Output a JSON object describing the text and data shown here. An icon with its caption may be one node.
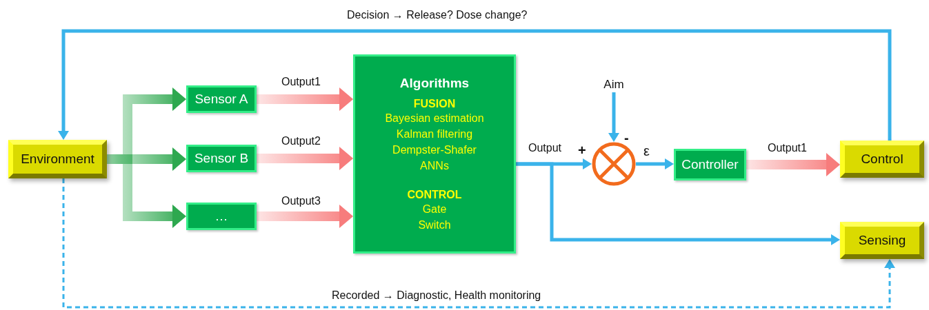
{
  "diagram": {
    "nodes": [
      {
        "text": [
          "Environment"
        ]
      },
      {
        "text": [
          "Sensor A"
        ]
      },
      {
        "text": [
          "Sensor B"
        ]
      },
      {
        "text": [
          "…"
        ]
      },
      {
        "text": [
          "Algorithms",
          "FUSION",
          "Bayesian estimation",
          "Kalman filtering",
          "Dempster-Shafer",
          "ANNs",
          "CONTROL",
          "Gate",
          "Switch"
        ]
      },
      {
        "text": [
          "Aim"
        ]
      },
      {
        "text": [],
        "shape": "circle"
      },
      {
        "text": [
          "Controller"
        ]
      },
      {
        "text": [
          "Control"
        ]
      },
      {
        "text": [
          "Sensing"
        ]
      }
    ],
    "edges": [
      {
        "from": 0,
        "to": 1,
        "arrow": "to",
        "style": "thick",
        "color": "#2ea84f"
      },
      {
        "from": 0,
        "to": 2,
        "arrow": "to",
        "style": "thick",
        "color": "#2ea84f"
      },
      {
        "from": 0,
        "to": 3,
        "arrow": "to",
        "style": "thick",
        "color": "#2ea84f"
      },
      {
        "from": 1,
        "to": 4,
        "label": "Output1",
        "arrow": "to",
        "style": "thick",
        "color": "#f77c7c"
      },
      {
        "from": 2,
        "to": 4,
        "label": "Output2",
        "arrow": "to",
        "style": "thick",
        "color": "#f77c7c"
      },
      {
        "from": 3,
        "to": 4,
        "label": "Output3",
        "arrow": "to",
        "style": "thick",
        "color": "#f77c7c"
      },
      {
        "from": 4,
        "to": 6,
        "label": "Output",
        "arrow": "to"
      },
      {
        "from": 5,
        "to": 6,
        "arrow": "to"
      },
      {
        "from": 6,
        "to": 7,
        "label": "ε",
        "arrow": "to"
      },
      {
        "from": 7,
        "to": 8,
        "label": "Output1",
        "arrow": "to",
        "style": "thick",
        "color": "#f77c7c"
      },
      {
        "from": 4,
        "to": 9,
        "arrow": "to"
      },
      {
        "from": 8,
        "to": 0,
        "label": "Decision → Release? Dose change?",
        "arrow": "to"
      },
      {
        "from": 0,
        "to": 9,
        "label": "Recorded → Diagnostic, Health monitoring",
        "arrow": "to",
        "style": "dashed"
      }
    ],
    "labels": [
      "+",
      "-"
    ]
  }
}
